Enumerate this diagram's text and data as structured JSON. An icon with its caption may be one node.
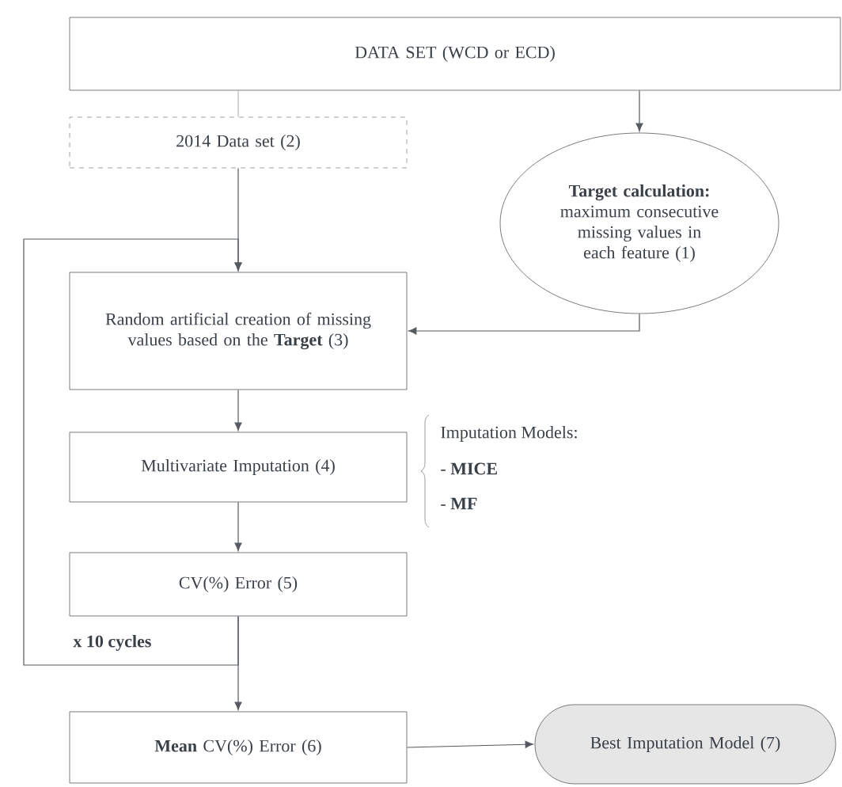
{
  "diagram": {
    "nodes": [
      {
        "text": [
          "DATA SET (WCD or ECD)"
        ]
      },
      {
        "text": [
          "2014 Data set (2)"
        ]
      },
      {
        "text": [
          "Target calculation:",
          "maximum consecutive missing values in each feature (1)"
        ]
      },
      {
        "text": [
          "Random artificial creation of missing values based on the **Target** (3)"
        ]
      },
      {
        "text": [
          "Multivariate Imputation (4)"
        ]
      },
      {
        "text": [
          "CV(%) Error (5)"
        ]
      },
      {
        "text": [
          "**Mean** CV(%) Error (6)"
        ]
      },
      {
        "text": [
          "Best Imputation Model (7)"
        ]
      }
    ],
    "edges": [
      {
        "from": 0,
        "to": 1,
        "arrow": "none",
        "color": "#b8b8b8"
      },
      {
        "from": 0,
        "to": 2,
        "arrow": "to"
      },
      {
        "from": 1,
        "to": 3,
        "arrow": "to"
      },
      {
        "from": 2,
        "to": 3,
        "arrow": "to"
      },
      {
        "from": 3,
        "to": 4,
        "arrow": "to"
      },
      {
        "from": 4,
        "to": 5,
        "arrow": "to"
      },
      {
        "from": 5,
        "to": 3,
        "arrow": "to",
        "label": "x 10 cycles"
      },
      {
        "from": 5,
        "to": 6,
        "arrow": "to"
      },
      {
        "from": 6,
        "to": 7,
        "arrow": "to"
      }
    ],
    "labels": [
      "Imputation Models:",
      "- **MICE**",
      "- **MF**"
    ]
  }
}
